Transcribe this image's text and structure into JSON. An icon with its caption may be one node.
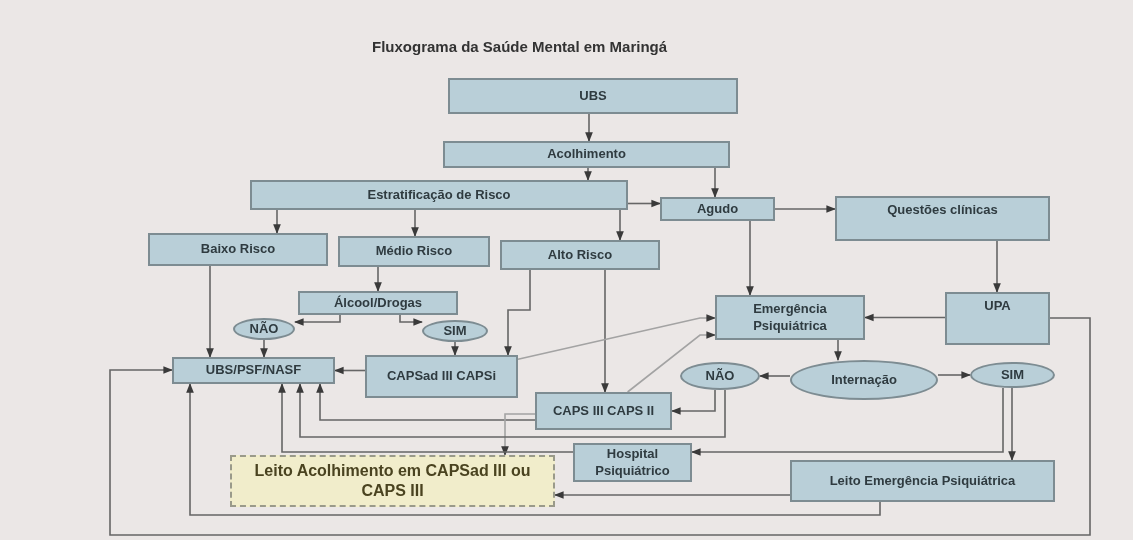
{
  "diagram": {
    "title": "Fluxograma da Saúde Mental em Maringá",
    "nodes": [
      {
        "text": [
          "UBS"
        ]
      },
      {
        "text": [
          "Acolhimento"
        ]
      },
      {
        "text": [
          "Estratificação de Risco"
        ]
      },
      {
        "text": [
          "Agudo"
        ]
      },
      {
        "text": [
          "Questões clínicas"
        ]
      },
      {
        "text": [
          "Baixo Risco"
        ]
      },
      {
        "text": [
          "Médio Risco"
        ]
      },
      {
        "text": [
          "Alto Risco"
        ]
      },
      {
        "text": [
          "Álcool/Drogas"
        ]
      },
      {
        "text": [
          "NÃO"
        ]
      },
      {
        "text": [
          "SIM"
        ]
      },
      {
        "text": [
          "UBS/PSF/NASF"
        ]
      },
      {
        "text": [
          "CAPSad III CAPSi"
        ]
      },
      {
        "text": [
          "CAPS III CAPS II"
        ]
      },
      {
        "text": [
          "Emergência Psiquiátrica"
        ]
      },
      {
        "text": [
          "UPA"
        ]
      },
      {
        "text": [
          "NÃO"
        ]
      },
      {
        "text": [
          "Internação"
        ]
      },
      {
        "text": [
          "SIM"
        ]
      },
      {
        "text": [
          "Hospital Psiquiátrico"
        ]
      },
      {
        "text": [
          "Leito Acolhimento em CAPSad III ou CAPS III"
        ]
      },
      {
        "text": [
          "Leito Emergência Psiquiátrica"
        ]
      }
    ],
    "edges": [
      {
        "from": 0,
        "to": 1,
        "arrow": "to"
      },
      {
        "from": 1,
        "to": 2,
        "arrow": "to"
      },
      {
        "from": 1,
        "to": 3,
        "arrow": "to"
      },
      {
        "from": 2,
        "to": 3,
        "arrow": "to"
      },
      {
        "from": 2,
        "to": 5,
        "arrow": "to"
      },
      {
        "from": 2,
        "to": 6,
        "arrow": "to"
      },
      {
        "from": 2,
        "to": 7,
        "arrow": "to"
      },
      {
        "from": 3,
        "to": 4,
        "arrow": "to"
      },
      {
        "from": 3,
        "to": 14,
        "arrow": "to"
      },
      {
        "from": 4,
        "to": 15,
        "arrow": "to"
      },
      {
        "from": 6,
        "to": 8,
        "arrow": "to"
      },
      {
        "from": 8,
        "to": 9,
        "arrow": "to"
      },
      {
        "from": 8,
        "to": 10,
        "arrow": "to"
      },
      {
        "from": 9,
        "to": 11,
        "arrow": "to"
      },
      {
        "from": 5,
        "to": 11,
        "arrow": "to"
      },
      {
        "from": 10,
        "to": 12,
        "arrow": "to"
      },
      {
        "from": 7,
        "to": 12,
        "arrow": "to"
      },
      {
        "from": 7,
        "to": 13,
        "arrow": "to"
      },
      {
        "from": 12,
        "to": 11,
        "arrow": "to"
      },
      {
        "from": 12,
        "to": 14,
        "arrow": "to",
        "color": "#a3a3a3"
      },
      {
        "from": 13,
        "to": 14,
        "arrow": "to",
        "color": "#a3a3a3"
      },
      {
        "from": 15,
        "to": 14,
        "arrow": "to"
      },
      {
        "from": 14,
        "to": 17,
        "arrow": "to"
      },
      {
        "from": 17,
        "to": 16,
        "arrow": "to"
      },
      {
        "from": 17,
        "to": 18,
        "arrow": "to"
      },
      {
        "from": 16,
        "to": 13,
        "arrow": "to"
      },
      {
        "from": 13,
        "to": 11,
        "arrow": "to"
      },
      {
        "from": 13,
        "to": 20,
        "arrow": "to",
        "color": "#a3a3a3"
      },
      {
        "from": 16,
        "to": 11,
        "arrow": "to"
      },
      {
        "from": 19,
        "to": 11,
        "arrow": "to"
      },
      {
        "from": 18,
        "to": 19,
        "arrow": "to"
      },
      {
        "from": 18,
        "to": 21,
        "arrow": "to"
      },
      {
        "from": 21,
        "to": 20,
        "arrow": "to"
      },
      {
        "from": 21,
        "to": 11,
        "arrow": "to"
      },
      {
        "from": 15,
        "to": 11,
        "arrow": "to"
      }
    ]
  }
}
